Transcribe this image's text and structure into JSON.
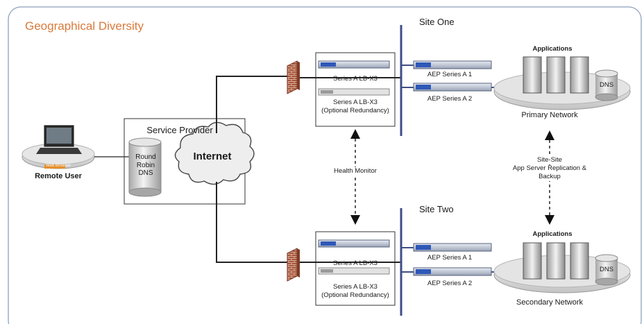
{
  "diagram": {
    "title": "Geographical Diversity",
    "site_one": "Site One",
    "site_two": "Site Two",
    "remote_user": {
      "label": "Remote User",
      "browser": "Web Browser"
    },
    "service_provider": {
      "label": "Service Provider",
      "dns": "Round Robin DNS",
      "internet": "Internet"
    },
    "site_one_lb": {
      "primary": "Series A LB-X3",
      "secondary_line1": "Series A LB-X3",
      "secondary_line2": "(Optional Redundancy)"
    },
    "site_two_lb": {
      "primary": "Series A LB-X3",
      "secondary_line1": "Series A LB-X3",
      "secondary_line2": "(Optional Redundancy)"
    },
    "site_one_aep": [
      "AEP Series A 1",
      "AEP Series A 2"
    ],
    "site_two_aep": [
      "AEP Series A 1",
      "AEP Series A 2"
    ],
    "health_monitor": "Health Monitor",
    "replication": {
      "line1": "Site-Site",
      "line2": "App Server Replication &",
      "line3": "Backup"
    },
    "primary_network": {
      "heading": "Applications",
      "dns": "DNS",
      "label": "Primary Network"
    },
    "secondary_network": {
      "heading": "Applications",
      "dns": "DNS",
      "label": "Secondary Network"
    }
  }
}
